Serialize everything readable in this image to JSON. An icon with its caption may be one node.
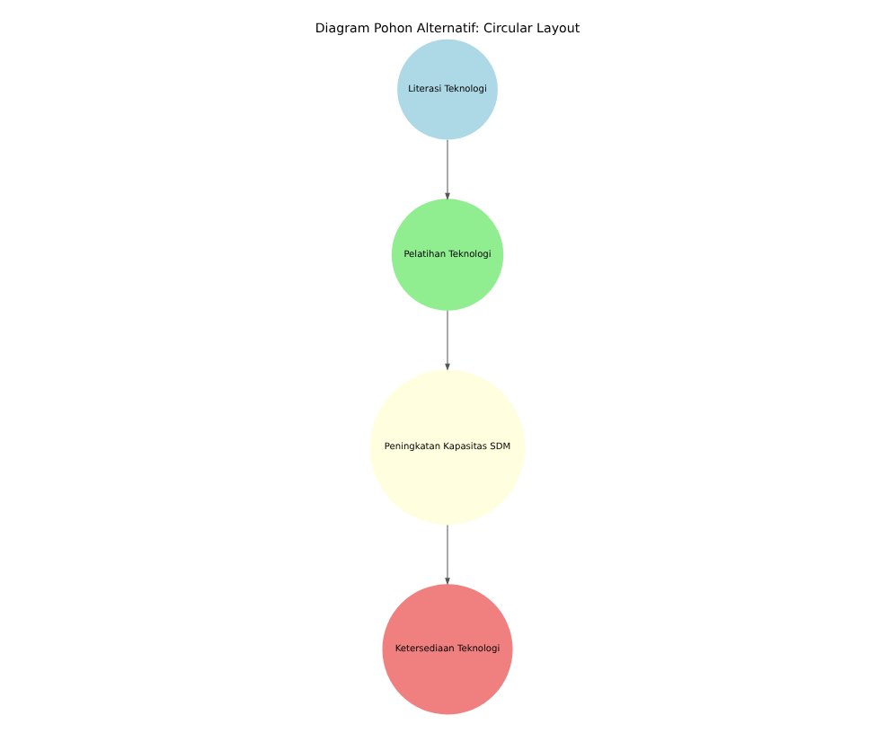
{
  "diagram": {
    "title": "Diagram Pohon Alternatif: Circular Layout",
    "nodes": [
      {
        "text": [
          "Pelatihan Teknologi"
        ]
      },
      {
        "text": [
          "Peningkatan Kapasitas SDM"
        ]
      },
      {
        "text": [
          "Literasi Teknologi"
        ]
      },
      {
        "text": [
          "Ketersediaan Teknologi"
        ]
      }
    ],
    "edges": [
      {
        "from": 2,
        "to": 0,
        "arrow": "to"
      },
      {
        "from": 0,
        "to": 1,
        "arrow": "to"
      },
      {
        "from": 1,
        "to": 3,
        "arrow": "to"
      }
    ]
  }
}
